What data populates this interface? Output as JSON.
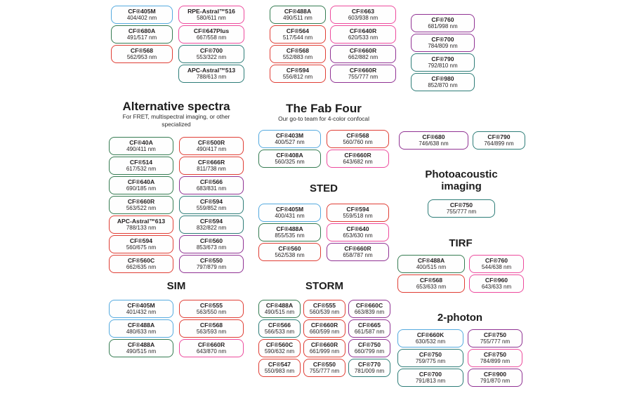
{
  "colors": {
    "blue": "#55aadf",
    "green": "#367c52",
    "red": "#e03e35",
    "pink": "#ed4b9d",
    "purple": "#903293",
    "teal": "#2e7d78"
  },
  "top_columns": [
    {
      "boxes": [
        {
          "name": "CF®405M",
          "value": "404/402 nm",
          "color": "blue"
        },
        {
          "name": "CF®680A",
          "value": "491/517 nm",
          "color": "green"
        },
        {
          "name": "CF®568",
          "value": "562/953 nm",
          "color": "red"
        }
      ]
    },
    {
      "boxes": [
        {
          "name": "RPE-Astral™516",
          "value": "580/611 nm",
          "color": "pink"
        },
        {
          "name": "CF®647Plus",
          "value": "667/558 nm",
          "color": "pink"
        },
        {
          "name": "CF®700",
          "value": "553/322 nm",
          "color": "teal"
        },
        {
          "name": "APC-Astral™513",
          "value": "788/613 nm",
          "color": "teal"
        }
      ]
    },
    {
      "boxes": [
        {
          "name": "CF®488A",
          "value": "490/511 nm",
          "color": "green"
        },
        {
          "name": "CF®564",
          "value": "517/544 nm",
          "color": "red"
        },
        {
          "name": "CF®568",
          "value": "552/883 nm",
          "color": "red"
        },
        {
          "name": "CF®594",
          "value": "556/812 nm",
          "color": "red"
        }
      ]
    },
    {
      "boxes": [
        {
          "name": "CF®663",
          "value": "603/938 nm",
          "color": "pink"
        },
        {
          "name": "CF®640R",
          "value": "620/533 nm",
          "color": "pink"
        },
        {
          "name": "CF®660R",
          "value": "662/882 nm",
          "color": "purple"
        },
        {
          "name": "CF®660R",
          "value": "755/777 nm",
          "color": "purple"
        }
      ]
    },
    {
      "boxes": [
        {
          "name": "CF®760",
          "value": "681/998 nm",
          "color": "purple"
        },
        {
          "name": "CF®700",
          "value": "784/809 nm",
          "color": "purple"
        },
        {
          "name": "CF®790",
          "value": "792/810 nm",
          "color": "teal"
        },
        {
          "name": "CF®980",
          "value": "852/870 nm",
          "color": "teal"
        }
      ]
    }
  ],
  "alternative_spectra": {
    "title": "Alternative spectra",
    "subtitle": "For FRET, multispectral imaging, or other specialized",
    "columns": [
      {
        "boxes": [
          {
            "name": "CF®40A",
            "value": "490/411 nm",
            "color": "green"
          },
          {
            "name": "CF®514",
            "value": "617/532 nm",
            "color": "green"
          },
          {
            "name": "CF®640A",
            "value": "690/185 nm",
            "color": "green"
          },
          {
            "name": "CF®660R",
            "value": "563/522 nm",
            "color": "green"
          },
          {
            "name": "APC-Astral™613",
            "value": "788/133 nm",
            "color": "red"
          },
          {
            "name": "CF®594",
            "value": "560/675 nm",
            "color": "red"
          },
          {
            "name": "CF®560C",
            "value": "662/635 nm",
            "color": "red"
          }
        ]
      },
      {
        "boxes": [
          {
            "name": "CF®500R",
            "value": "490/417 nm",
            "color": "red"
          },
          {
            "name": "CF®666R",
            "value": "811/738 nm",
            "color": "red"
          },
          {
            "name": "CF®566",
            "value": "683/831 nm",
            "color": "purple"
          },
          {
            "name": "CF®594",
            "value": "559/852 nm",
            "color": "teal"
          },
          {
            "name": "CF®594",
            "value": "832/822 nm",
            "color": "teal"
          },
          {
            "name": "CF®560",
            "value": "853/673 nm",
            "color": "purple"
          },
          {
            "name": "CF®550",
            "value": "797/879 nm",
            "color": "purple"
          }
        ]
      }
    ]
  },
  "fab_four": {
    "title": "The Fab Four",
    "subtitle": "Our go-to team for 4-color confocal",
    "columns": [
      {
        "boxes": [
          {
            "name": "CF®403M",
            "value": "400/527 nm",
            "color": "blue"
          },
          {
            "name": "CF®408A",
            "value": "560/325 nm",
            "color": "green"
          }
        ]
      },
      {
        "boxes": [
          {
            "name": "CF®568",
            "value": "560/760 nm",
            "color": "red"
          },
          {
            "name": "CF®660R",
            "value": "643/682 nm",
            "color": "pink"
          }
        ]
      }
    ]
  },
  "sted": {
    "title": "STED",
    "columns": [
      {
        "boxes": [
          {
            "name": "CF®405M",
            "value": "400/431 nm",
            "color": "blue"
          },
          {
            "name": "CF®488A",
            "value": "855/535 nm",
            "color": "green"
          },
          {
            "name": "CF®560",
            "value": "562/538 nm",
            "color": "red"
          }
        ]
      },
      {
        "boxes": [
          {
            "name": "CF®594",
            "value": "559/518 nm",
            "color": "red"
          },
          {
            "name": "CF®640",
            "value": "653/630 nm",
            "color": "pink"
          },
          {
            "name": "CF®660R",
            "value": "658/787 nm",
            "color": "purple"
          }
        ]
      }
    ]
  },
  "sim": {
    "title": "SIM",
    "columns": [
      {
        "boxes": [
          {
            "name": "CF®405M",
            "value": "401/432 nm",
            "color": "blue"
          },
          {
            "name": "CF®488A",
            "value": "480/633 nm",
            "color": "blue"
          },
          {
            "name": "CF®488A",
            "value": "490/515 nm",
            "color": "green"
          }
        ]
      },
      {
        "boxes": [
          {
            "name": "CF®555",
            "value": "563/550 nm",
            "color": "red"
          },
          {
            "name": "CF®568",
            "value": "563/593 nm",
            "color": "red"
          },
          {
            "name": "CF®660R",
            "value": "643/870 nm",
            "color": "pink"
          }
        ]
      }
    ]
  },
  "storm": {
    "title": "STORM",
    "columns": [
      {
        "boxes": [
          {
            "name": "CF®488A",
            "value": "490/515 nm",
            "color": "green"
          },
          {
            "name": "CF®566",
            "value": "566/533 nm",
            "color": "teal"
          },
          {
            "name": "CF®560C",
            "value": "590/632 nm",
            "color": "red"
          },
          {
            "name": "CF®547",
            "value": "550/983 nm",
            "color": "red"
          }
        ]
      },
      {
        "boxes": [
          {
            "name": "CF®555",
            "value": "560/539 nm",
            "color": "red"
          },
          {
            "name": "CF®660R",
            "value": "660/599 nm",
            "color": "red"
          },
          {
            "name": "CF®660R",
            "value": "661/999 nm",
            "color": "red"
          },
          {
            "name": "CF®550",
            "value": "755/777 nm",
            "color": "red"
          }
        ]
      },
      {
        "boxes": [
          {
            "name": "CF®660C",
            "value": "663/839 nm",
            "color": "purple"
          },
          {
            "name": "CF®665",
            "value": "661/587 nm",
            "color": "purple"
          },
          {
            "name": "CF®750",
            "value": "660/799 nm",
            "color": "purple"
          },
          {
            "name": "CF®770",
            "value": "781/009 nm",
            "color": "teal"
          }
        ]
      }
    ]
  },
  "nir_pair": {
    "boxes": [
      {
        "name": "CF®680",
        "value": "746/638 nm",
        "color": "purple"
      },
      {
        "name": "CF®790",
        "value": "764/899 nm",
        "color": "teal"
      }
    ]
  },
  "photoacoustic": {
    "title_line1": "Photoacoustic",
    "title_line2": "imaging",
    "boxes": [
      {
        "name": "CF®750",
        "value": "755/777 nm",
        "color": "teal"
      }
    ]
  },
  "tirf": {
    "title": "TIRF",
    "columns": [
      {
        "boxes": [
          {
            "name": "CF®488A",
            "value": "400/515 nm",
            "color": "green"
          },
          {
            "name": "CF®568",
            "value": "653/633 nm",
            "color": "red"
          }
        ]
      },
      {
        "boxes": [
          {
            "name": "CF®760",
            "value": "544/638 nm",
            "color": "pink"
          },
          {
            "name": "CF®960",
            "value": "643/633 nm",
            "color": "pink"
          }
        ]
      }
    ]
  },
  "two_photon": {
    "title": "2-photon",
    "columns": [
      {
        "boxes": [
          {
            "name": "CF®660K",
            "value": "630/532 nm",
            "color": "blue"
          },
          {
            "name": "CF®750",
            "value": "759/775 nm",
            "color": "teal"
          },
          {
            "name": "CF®700",
            "value": "791/813 nm",
            "color": "teal"
          }
        ]
      },
      {
        "boxes": [
          {
            "name": "CF®750",
            "value": "755/777 nm",
            "color": "purple"
          },
          {
            "name": "CF®750",
            "value": "784/899 nm",
            "color": "pink"
          },
          {
            "name": "CF®900",
            "value": "791/870 nm",
            "color": "purple"
          }
        ]
      }
    ]
  }
}
